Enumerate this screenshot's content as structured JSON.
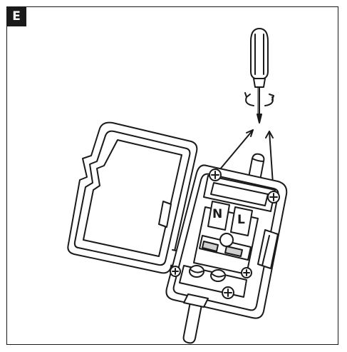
{
  "panel": {
    "letter": "E"
  },
  "terminals": {
    "neutral": "N",
    "live": "L"
  },
  "colors": {
    "stroke": "#1a1a1a",
    "fill": "#ffffff",
    "shade": "#cfcfcf"
  },
  "icons": [
    "screwdriver-icon",
    "rotation-arrow-icon",
    "screw-icon"
  ]
}
